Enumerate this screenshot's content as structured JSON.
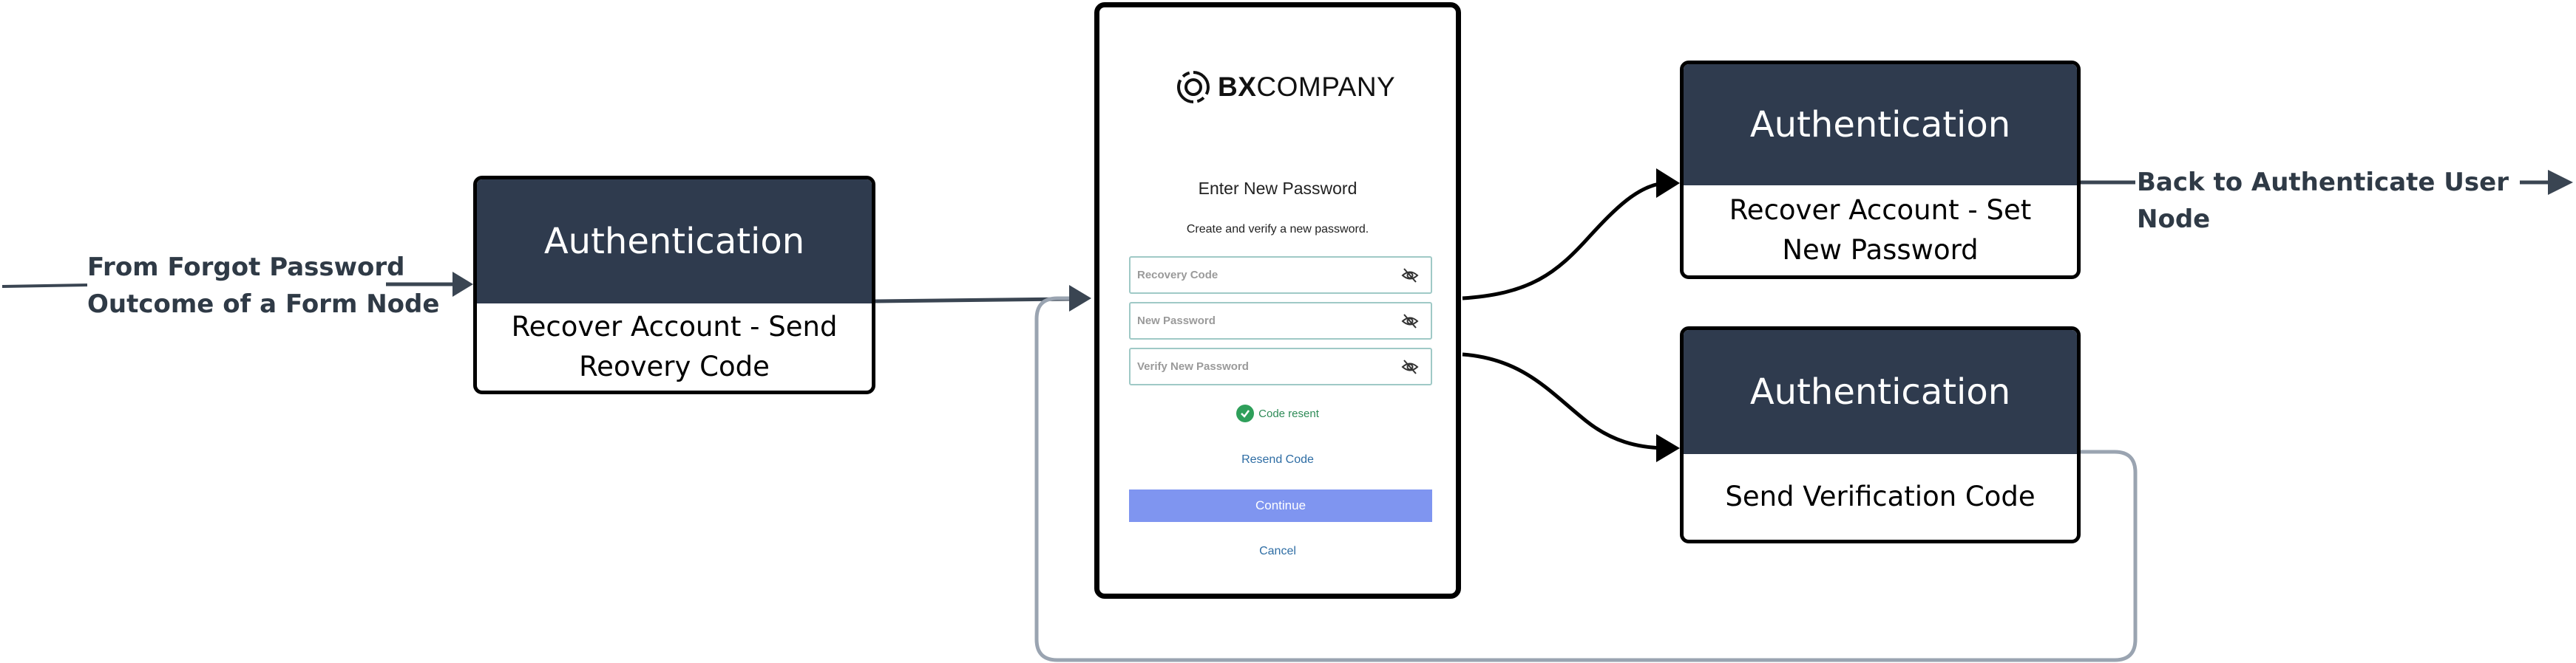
{
  "entry_label": [
    "From Forgot Password",
    "Outcome of a Form Node"
  ],
  "exit_label": "Back to Authenticate User Node",
  "nodes": {
    "send_code": {
      "header": "Authentication",
      "body": "Recover Account - Send Reovery Code"
    },
    "set_password": {
      "header": "Authentication",
      "body": "Recover Account - Set New Password"
    },
    "verify": {
      "header": "Authentication",
      "body": "Send Verification Code"
    }
  },
  "form": {
    "logo_bold": "BX",
    "logo_rest": "COMPANY",
    "logo_icon": "circular-logo-icon",
    "title": "Enter New Password",
    "subtitle": "Create and verify a new password.",
    "fields": [
      {
        "placeholder": "Recovery Code",
        "value": ""
      },
      {
        "placeholder": "New Password",
        "value": ""
      },
      {
        "placeholder": "Verify New Password",
        "value": ""
      }
    ],
    "status": "Code resent",
    "resend_link": "Resend Code",
    "continue_button": "Continue",
    "cancel_link": "Cancel"
  },
  "colors": {
    "node_header": "#2f3b4e",
    "connector": "#000000",
    "loop_connector": "#9aa4b1",
    "button": "#7f95f0",
    "link": "#2e6da4",
    "success": "#2e9f5a"
  }
}
